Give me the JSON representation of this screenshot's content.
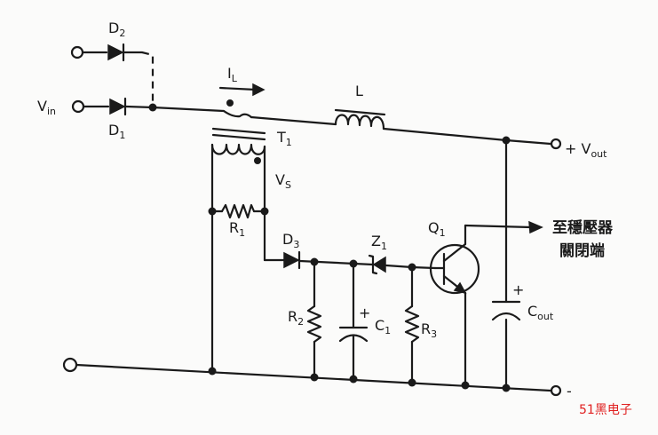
{
  "labels": {
    "d2": {
      "main": "D",
      "sub": "2"
    },
    "d1": {
      "main": "D",
      "sub": "1"
    },
    "vin": {
      "main": "V",
      "sub": "in"
    },
    "il": {
      "main": "I",
      "sub": "L"
    },
    "l": {
      "main": "L"
    },
    "t1": {
      "main": "T",
      "sub": "1"
    },
    "vout": {
      "main": "+ V",
      "sub": "out"
    },
    "vs": {
      "main": "V",
      "sub": "S"
    },
    "r1": {
      "main": "R",
      "sub": "1"
    },
    "d3": {
      "main": "D",
      "sub": "3"
    },
    "z1": {
      "main": "Z",
      "sub": "1"
    },
    "q1": {
      "main": "Q",
      "sub": "1"
    },
    "r2": {
      "main": "R",
      "sub": "2"
    },
    "c1": {
      "main": "C",
      "sub": "1"
    },
    "c1_plus": "+",
    "r3": {
      "main": "R",
      "sub": "3"
    },
    "cout": {
      "main": "C",
      "sub": "out"
    },
    "cout_plus": "+",
    "minus": "-",
    "annotation_line1": "至穩壓器",
    "annotation_line2": "關閉端"
  },
  "watermark": "51黑电子",
  "colors": {
    "ink": "#1a1a1a",
    "paper": "#fbfbfa",
    "watermark": "#e02020"
  }
}
